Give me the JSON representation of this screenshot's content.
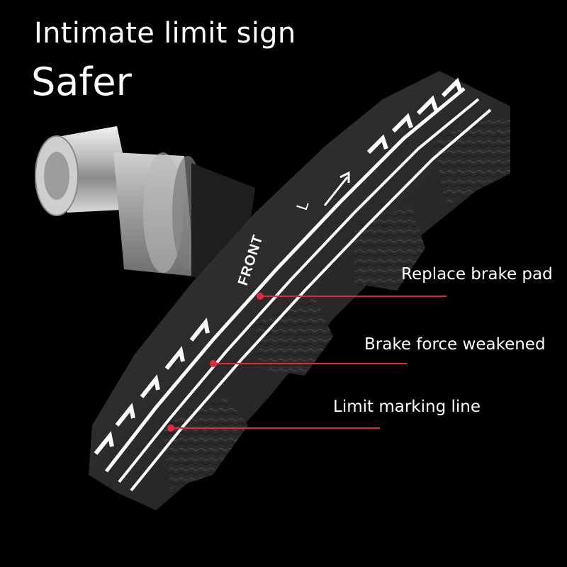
{
  "headline": {
    "line1": "Intimate limit sign",
    "line2": "Safer"
  },
  "pad_markings": {
    "front": "FRONT",
    "side": "L"
  },
  "callouts": [
    {
      "label": "Replace brake pad"
    },
    {
      "label": "Brake force weakened"
    },
    {
      "label": "Limit marking line"
    }
  ],
  "colors": {
    "background": "#000000",
    "callout_line": "#e8283a",
    "text": "#ffffff"
  }
}
